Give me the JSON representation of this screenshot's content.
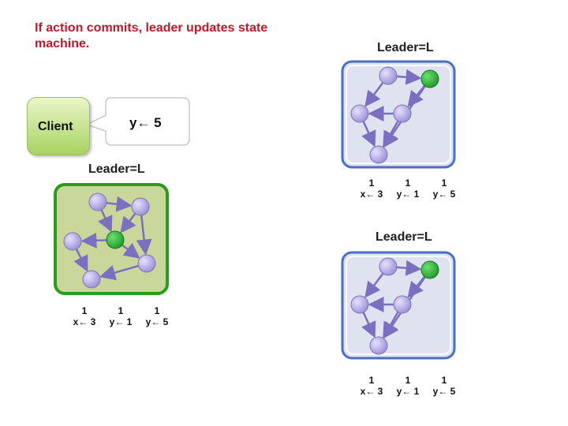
{
  "title": "If action commits, leader updates state machine.",
  "client": {
    "label": "Client"
  },
  "bubble": {
    "command": "y← 5"
  },
  "clusters": [
    {
      "leader_label": "Leader=L",
      "highlighted": false
    },
    {
      "leader_label": "Leader=L",
      "highlighted": true
    },
    {
      "leader_label": "Leader=L",
      "highlighted": false
    }
  ],
  "logs": [
    {
      "entries": [
        {
          "index": "1",
          "command": "x← 3"
        },
        {
          "index": "1",
          "command": "y← 1"
        },
        {
          "index": "1",
          "command": "y← 5"
        }
      ]
    },
    {
      "entries": [
        {
          "index": "1",
          "command": "x← 3"
        },
        {
          "index": "1",
          "command": "y← 1"
        },
        {
          "index": "1",
          "command": "y← 5"
        }
      ]
    },
    {
      "entries": [
        {
          "index": "1",
          "command": "x← 3"
        },
        {
          "index": "1",
          "command": "y← 1"
        },
        {
          "index": "1",
          "command": "y← 5"
        }
      ]
    }
  ],
  "colors": {
    "title": "#c0182a",
    "follower_node": "#9b8fd6",
    "leader_node": "#1e9b2a",
    "edge": "#7a6fc0",
    "panel_border": "#4a6fc4",
    "highlight_fill": "#c9d79b",
    "highlight_border": "#2a9b1a"
  }
}
